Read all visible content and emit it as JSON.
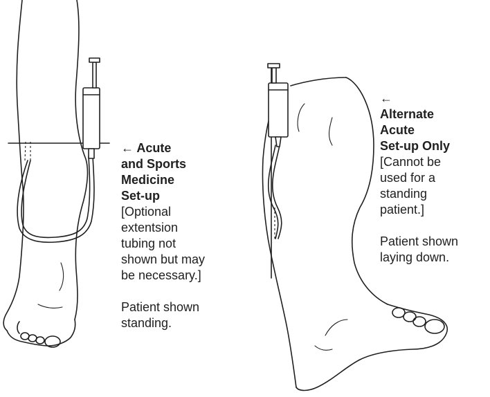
{
  "left_caption": {
    "arrow": "←",
    "title_line1": "Acute",
    "title_line2": "and Sports",
    "title_line3": "Medicine",
    "title_line4": "Set-up",
    "note": [
      "[Optional",
      "extentsion",
      "tubing not",
      "shown but may",
      "be necessary.]"
    ],
    "posture": [
      "Patient shown",
      "standing."
    ]
  },
  "right_caption": {
    "arrow": "←",
    "title": [
      "Alternate",
      "Acute",
      "Set-up Only"
    ],
    "note": [
      "[Cannot be",
      "used for a",
      "standing",
      "patient.]"
    ],
    "posture": [
      "Patient shown",
      "laying down."
    ]
  }
}
